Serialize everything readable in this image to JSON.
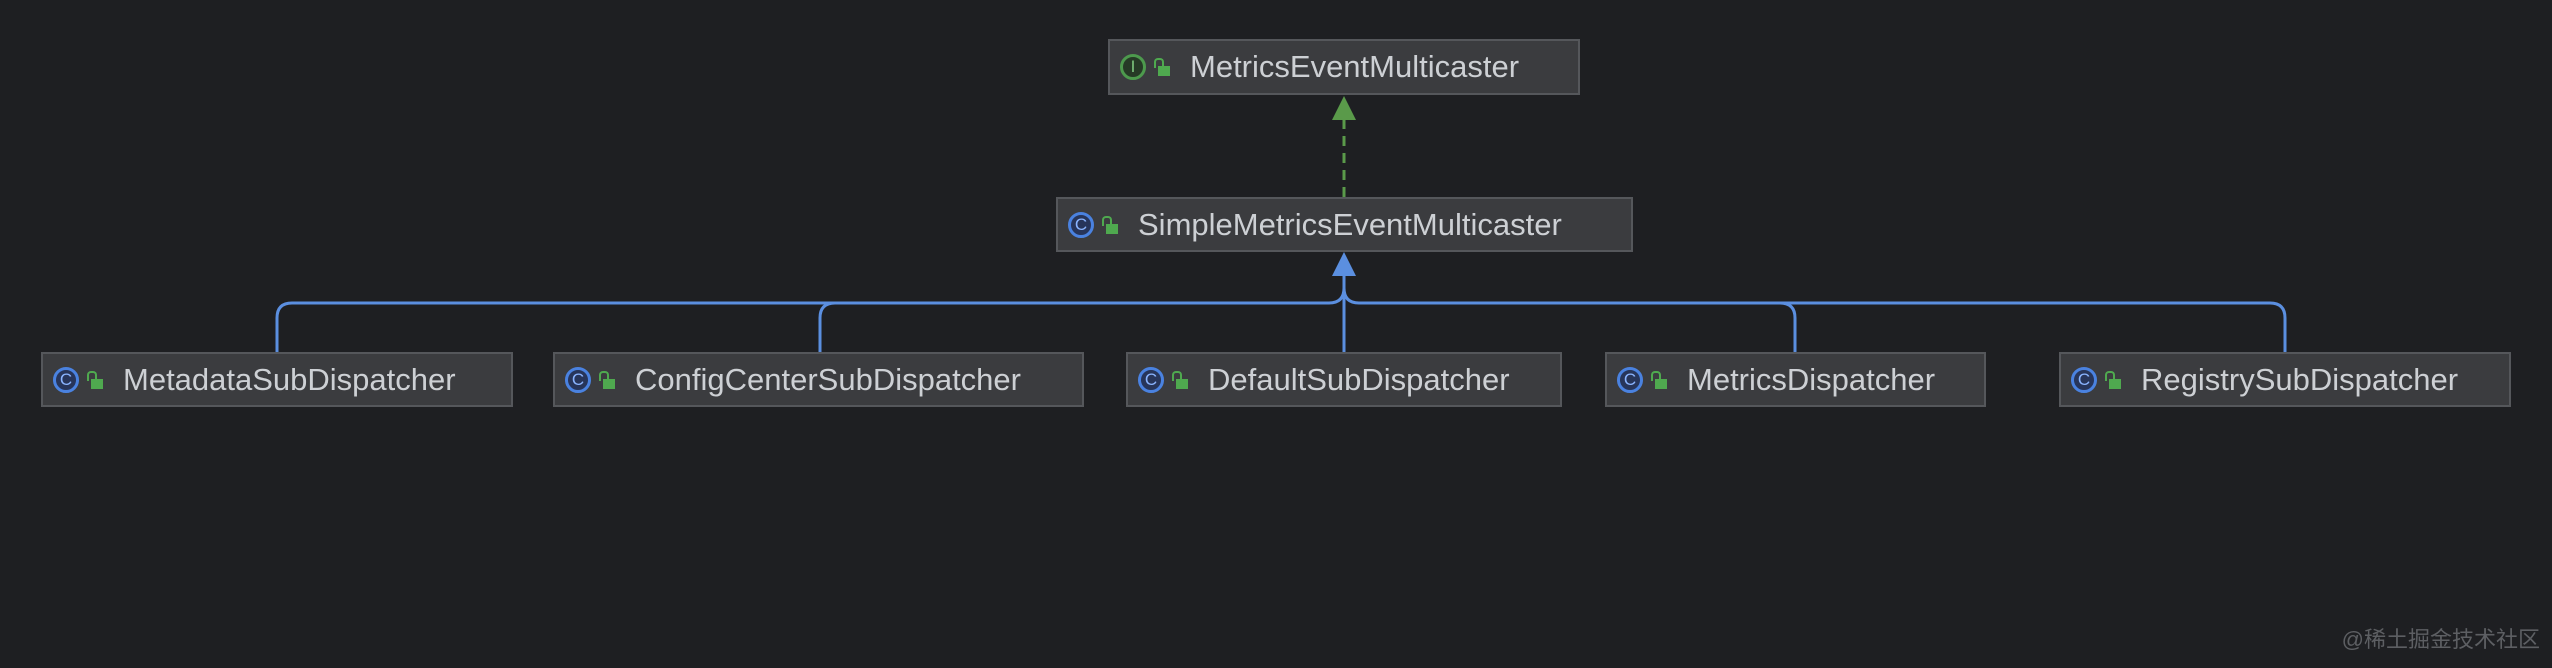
{
  "interface": {
    "name": "MetricsEventMulticaster",
    "kind_icon": "interface-icon"
  },
  "parent": {
    "name": "SimpleMetricsEventMulticaster",
    "kind_icon": "class-icon"
  },
  "children": [
    {
      "name": "MetadataSubDispatcher"
    },
    {
      "name": "ConfigCenterSubDispatcher"
    },
    {
      "name": "DefaultSubDispatcher"
    },
    {
      "name": "MetricsDispatcher"
    },
    {
      "name": "RegistrySubDispatcher"
    }
  ],
  "colors": {
    "background": "#1e1f22",
    "implements_arrow": "#5a9a4a",
    "extends_arrow": "#5b8fe0"
  },
  "watermark": "@稀土掘金技术社区"
}
